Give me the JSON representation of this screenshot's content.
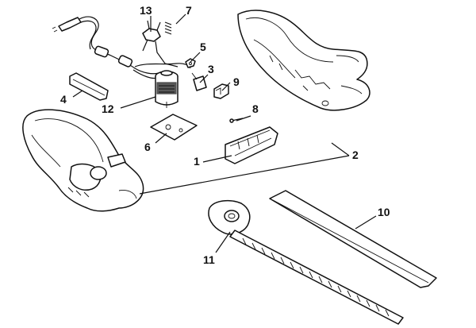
{
  "diagram": {
    "labels": {
      "p1": "1",
      "p2": "2",
      "p3": "3",
      "p4": "4",
      "p5": "5",
      "p6": "6",
      "p7": "7",
      "p8": "8",
      "p9": "9",
      "p10": "10",
      "p11": "11",
      "p12": "12",
      "p13": "13"
    }
  }
}
